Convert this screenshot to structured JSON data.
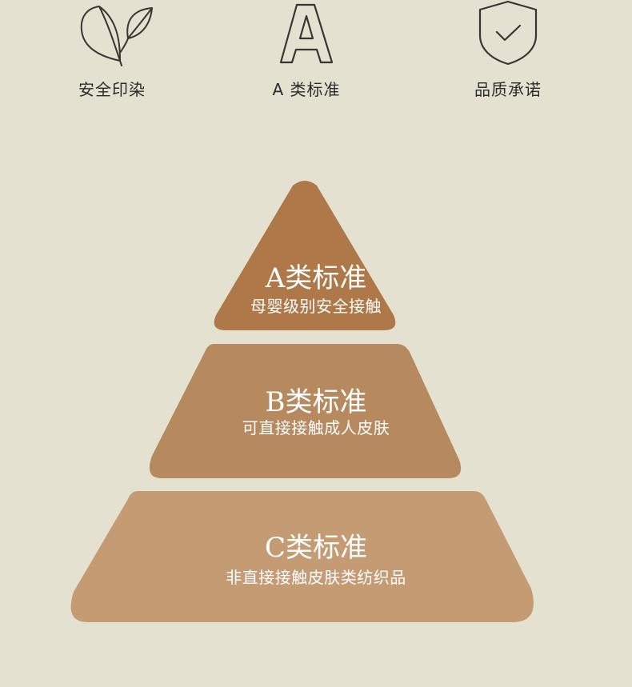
{
  "features": [
    {
      "icon": "leaf-icon",
      "label": "安全印染"
    },
    {
      "icon": "letter-a-icon",
      "label": "A 类标准"
    },
    {
      "icon": "shield-check-icon",
      "label": "品质承诺"
    }
  ],
  "pyramid": {
    "tiers": [
      {
        "title": "A类标准",
        "subtitle": "母婴级别安全接触",
        "color": "#ae7848"
      },
      {
        "title": "B类标准",
        "subtitle": "可直接接触成人皮肤",
        "color": "#b7895e"
      },
      {
        "title": "C类标准",
        "subtitle": "非直接接触皮肤类纺织品",
        "color": "#c59b74"
      }
    ]
  },
  "colors": {
    "background": "#e5e1d1",
    "icon_stroke": "#3a3530"
  }
}
